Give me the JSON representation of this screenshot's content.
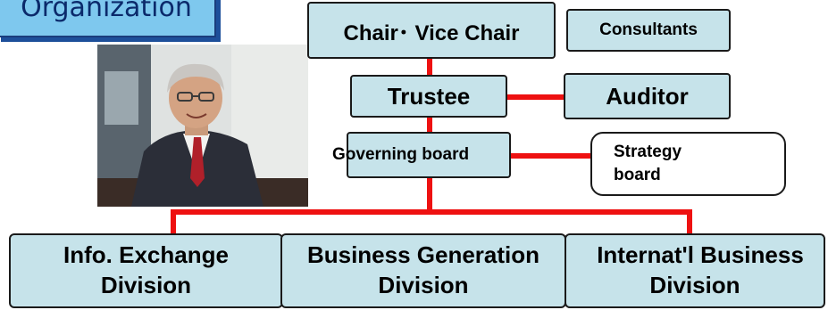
{
  "title": "Organization",
  "nodes": {
    "chair": "Chair･ Vice Chair",
    "consultants": "Consultants",
    "trustee": "Trustee",
    "auditor": "Auditor",
    "governing_board": "Governing board",
    "strategy_board": {
      "line1": "Strategy",
      "line2": "board"
    }
  },
  "divisions": [
    {
      "line1": "Info. Exchange",
      "line2": "Division"
    },
    {
      "line1": "Business Generation",
      "line2": "Division"
    },
    {
      "line1": "Internat'l Business",
      "line2": "Division"
    }
  ],
  "colors": {
    "connector": "#ee1111",
    "box_fill": "#c6e3ea",
    "title_fill": "#7ec8ee"
  },
  "photo": "portrait-photo"
}
